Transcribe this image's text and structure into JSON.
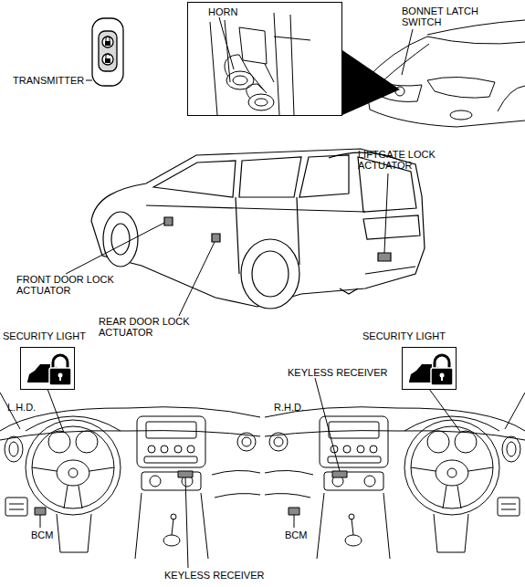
{
  "diagram": {
    "nodes": [
      {
        "text": [
          "HORN"
        ]
      },
      {
        "text": [
          "SECURITY LIGHT"
        ]
      },
      {
        "text": [
          "SECURITY LIGHT"
        ]
      }
    ],
    "labels": [
      "TRANSMITTER",
      "BONNET LATCH SWITCH",
      "LIFTGATE LOCK ACTUATOR",
      "FRONT DOOR LOCK ACTUATOR",
      "REAR DOOR LOCK ACTUATOR",
      "L.H.D.",
      "BCM",
      "KEYLESS RECEIVER",
      "KEYLESS RECEIVER",
      "R.H.D.",
      "BCM"
    ]
  }
}
